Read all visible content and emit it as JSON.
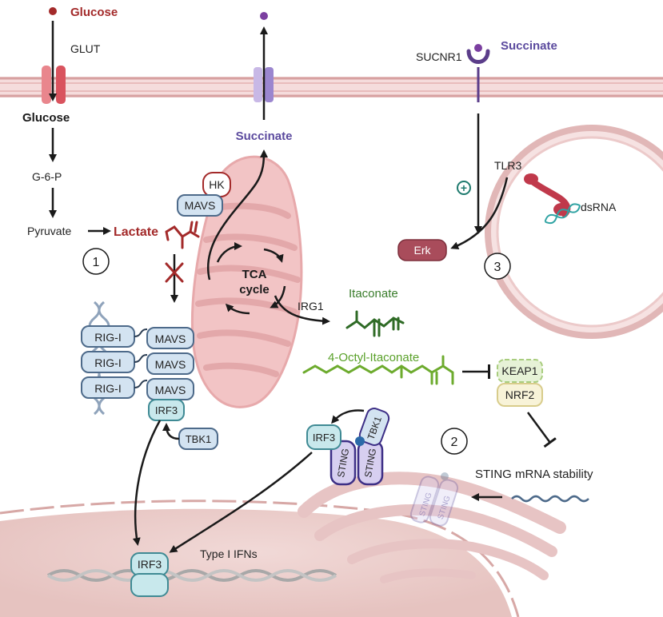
{
  "labels": {
    "glucose_top": "Glucose",
    "glut": "GLUT",
    "glucose_in": "Glucose",
    "g6p": "G-6-P",
    "pyruvate": "Pyruvate",
    "lactate": "Lactate",
    "step1": "1",
    "step2": "2",
    "step3": "3",
    "succinate_cyto": "Succinate",
    "hk": "HK",
    "mavs_top": "MAVS",
    "tca_line1": "TCA",
    "tca_line2": "cycle",
    "irg1": "IRG1",
    "itaconate": "Itaconate",
    "octyl_itaconate": "4-Octyl-Itaconate",
    "keap1": "KEAP1",
    "nrf2": "NRF2",
    "rigi": [
      "RIG-I",
      "RIG-I",
      "RIG-I"
    ],
    "mavs_stack": [
      "MAVS",
      "MAVS",
      "MAVS"
    ],
    "irf3_left": "IRF3",
    "tbk1_left": "TBK1",
    "irf3_mid": "IRF3",
    "tbk1_mid": "TBK1",
    "sting_a": "STING",
    "sting_b": "STING",
    "sting_faded_a": "STING",
    "sting_faded_b": "STING",
    "sting_mrna": "STING mRNA stability",
    "irf3_nucleus": "IRF3",
    "type1_ifns": "Type I IFNs",
    "sucnr1": "SUCNR1",
    "succinate_ext": "Succinate",
    "tlr3": "TLR3",
    "dsrna": "dsRNA",
    "erk": "Erk",
    "plus": "+"
  },
  "colors": {
    "membrane": "#f4d9d9",
    "membrane_line": "#d9a3a3",
    "nucleus": "#efd5d3",
    "mito": "#f2c9c9",
    "glucose_red": "#a32a2a",
    "succinate_purple": "#5b4a9e",
    "itaconate_green": "#3a7d2c",
    "octyl_green": "#6dab2e",
    "box_fill": "#d3e3f1",
    "box_stroke": "#4d6a8a",
    "irf3_fill": "#c8e8ec",
    "irf3_stroke": "#3f8a94",
    "keap1_fill": "#e6f2d6",
    "nrf2_fill": "#f8f3d8",
    "erk_fill": "#a94c5b"
  }
}
